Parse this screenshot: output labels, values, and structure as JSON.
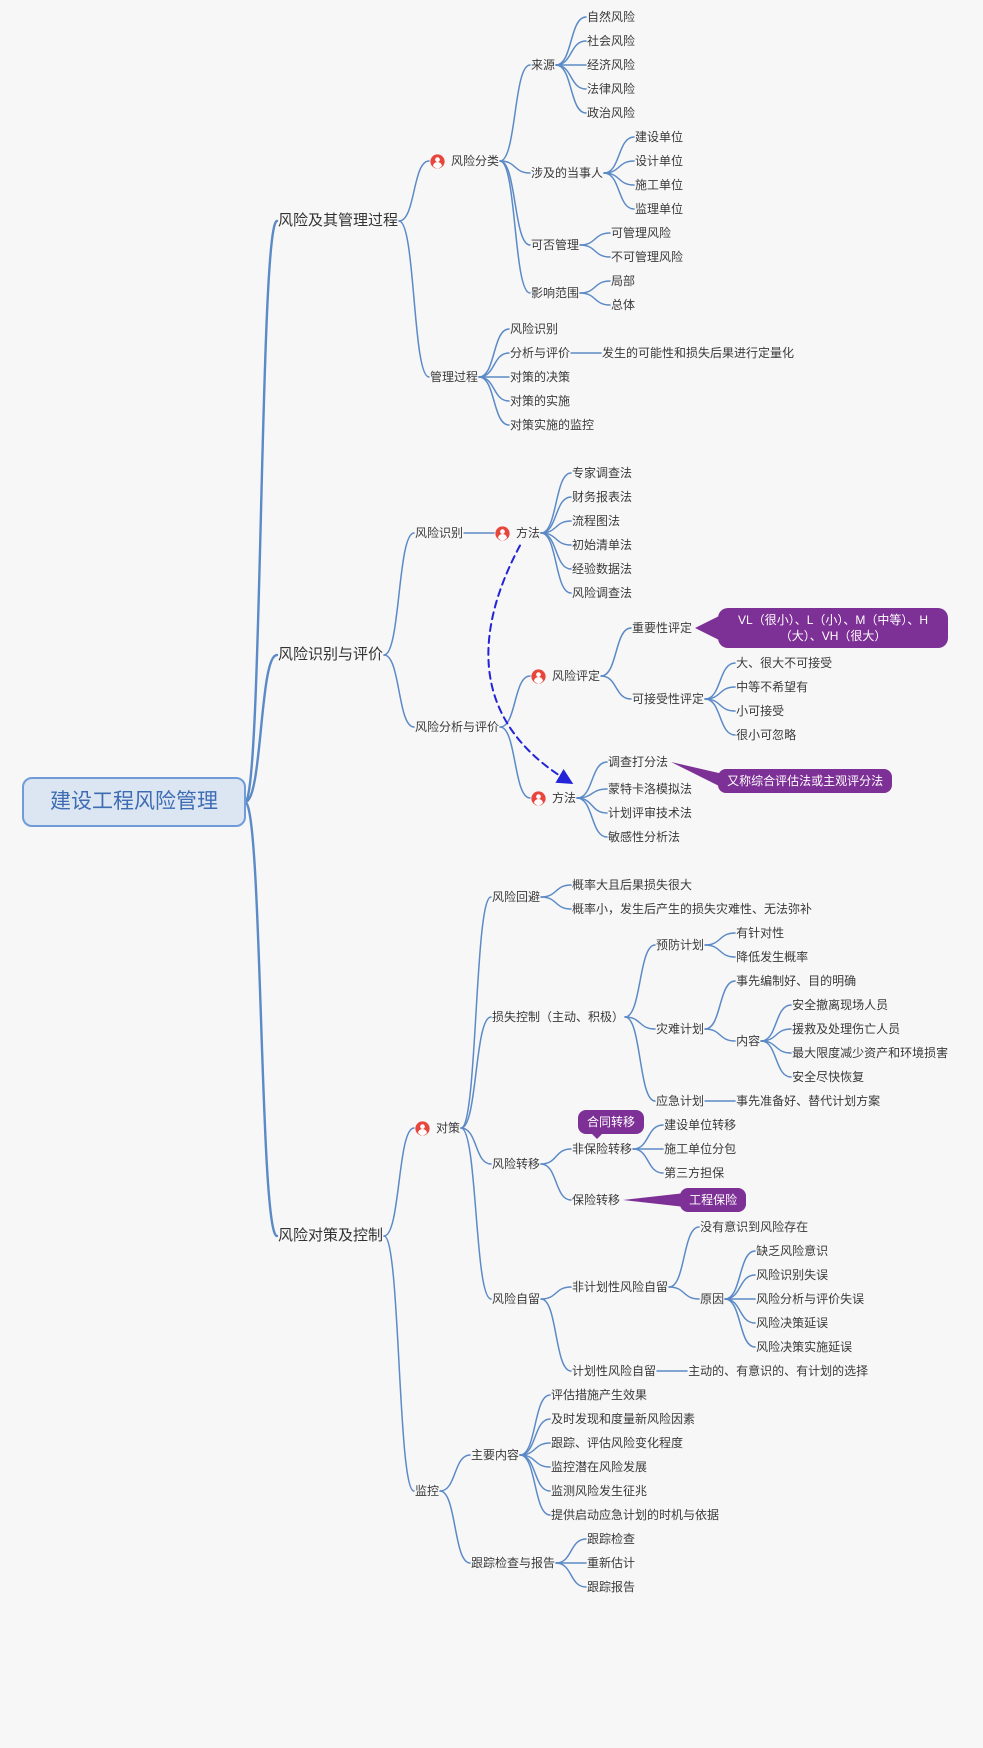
{
  "colors": {
    "link": "#5b8ac6",
    "arrow": "#2323d9",
    "callout_bg": "#7d3095",
    "callout_text": "#ffffff",
    "root_bg": "#dce6f3",
    "root_border": "#6f9cd9",
    "root_text": "#3e6cb3",
    "marker_red": "#e8453c",
    "text": "#3a3a3a",
    "background": "#f7f7f7"
  },
  "icons": {
    "person_marker": "person-marker-icon"
  },
  "root": {
    "id": "root-node",
    "t": "建设工程风险管理"
  },
  "branches": [
    {
      "id": "branch-risk-and-process",
      "t": "风险及其管理过程",
      "c": [
        {
          "t": "风险分类",
          "icon": true,
          "c": [
            {
              "t": "来源",
              "c": [
                {
                  "t": "自然风险"
                },
                {
                  "t": "社会风险"
                },
                {
                  "t": "经济风险"
                },
                {
                  "t": "法律风险"
                },
                {
                  "t": "政治风险"
                }
              ]
            },
            {
              "t": "涉及的当事人",
              "c": [
                {
                  "t": "建设单位"
                },
                {
                  "t": "设计单位"
                },
                {
                  "t": "施工单位"
                },
                {
                  "t": "监理单位"
                }
              ]
            },
            {
              "t": "可否管理",
              "c": [
                {
                  "t": "可管理风险"
                },
                {
                  "t": "不可管理风险"
                }
              ]
            },
            {
              "t": "影响范围",
              "c": [
                {
                  "t": "局部"
                },
                {
                  "t": "总体"
                }
              ]
            }
          ]
        },
        {
          "t": "管理过程",
          "c": [
            {
              "t": "风险识别"
            },
            {
              "t": "分析与评价",
              "c": [
                {
                  "t": "发生的可能性和损失后果进行定量化"
                }
              ]
            },
            {
              "t": "对策的决策"
            },
            {
              "t": "对策的实施"
            },
            {
              "t": "对策实施的监控"
            }
          ]
        }
      ]
    },
    {
      "id": "branch-identification-evaluation",
      "t": "风险识别与评价",
      "c": [
        {
          "t": "风险识别",
          "c": [
            {
              "t": "方法",
              "icon": true,
              "id": "identify-method-node",
              "c": [
                {
                  "t": "专家调查法"
                },
                {
                  "t": "财务报表法"
                },
                {
                  "t": "流程图法"
                },
                {
                  "t": "初始清单法"
                },
                {
                  "t": "经验数据法"
                },
                {
                  "t": "风险调查法"
                }
              ]
            }
          ]
        },
        {
          "t": "风险分析与评价",
          "c": [
            {
              "t": "风险评定",
              "icon": true,
              "c": [
                {
                  "t": "重要性评定",
                  "callout": {
                    "id": "importance-rating-callout",
                    "t": "VL（很小）、L（小）、M（中等）、H（大）、VH（很大）",
                    "placement": "right"
                  }
                },
                {
                  "t": "可接受性评定",
                  "c": [
                    {
                      "t": "大、很大不可接受"
                    },
                    {
                      "t": "中等不希望有"
                    },
                    {
                      "t": "小可接受"
                    },
                    {
                      "t": "很小可忽略"
                    }
                  ]
                }
              ]
            },
            {
              "t": "方法",
              "icon": true,
              "id": "evaluation-method-node",
              "c": [
                {
                  "t": "调查打分法",
                  "callout": {
                    "id": "survey-scoring-callout",
                    "t": "又称综合评估法或主观评分法",
                    "placement": "right-below"
                  }
                },
                {
                  "t": "蒙特卡洛模拟法"
                },
                {
                  "t": "计划评审技术法"
                },
                {
                  "t": "敏感性分析法"
                }
              ]
            }
          ]
        }
      ]
    },
    {
      "id": "branch-countermeasures-control",
      "t": "风险对策及控制",
      "c": [
        {
          "t": "对策",
          "icon": true,
          "c": [
            {
              "t": "风险回避",
              "c": [
                {
                  "t": "概率大且后果损失很大"
                },
                {
                  "t": "概率小，发生后产生的损失灾难性、无法弥补"
                }
              ]
            },
            {
              "t": "损失控制（主动、积极）",
              "c": [
                {
                  "t": "预防计划",
                  "c": [
                    {
                      "t": "有针对性"
                    },
                    {
                      "t": "降低发生概率"
                    }
                  ]
                },
                {
                  "t": "灾难计划",
                  "c": [
                    {
                      "t": "事先编制好、目的明确"
                    },
                    {
                      "t": "内容",
                      "c": [
                        {
                          "t": "安全撤离现场人员"
                        },
                        {
                          "t": "援救及处理伤亡人员"
                        },
                        {
                          "t": "最大限度减少资产和环境损害"
                        },
                        {
                          "t": "安全尽快恢复"
                        }
                      ]
                    }
                  ]
                },
                {
                  "t": "应急计划",
                  "c": [
                    {
                      "t": "事先准备好、替代计划方案"
                    }
                  ]
                }
              ]
            },
            {
              "t": "风险转移",
              "c": [
                {
                  "t": "非保险转移",
                  "calloutAbove": {
                    "id": "contract-transfer-callout",
                    "t": "合同转移"
                  },
                  "c": [
                    {
                      "t": "建设单位转移"
                    },
                    {
                      "t": "施工单位分包"
                    },
                    {
                      "t": "第三方担保"
                    }
                  ]
                },
                {
                  "t": "保险转移",
                  "callout": {
                    "id": "engineering-insurance-callout",
                    "t": "工程保险",
                    "placement": "right-far"
                  }
                }
              ]
            },
            {
              "t": "风险自留",
              "c": [
                {
                  "t": "非计划性风险自留",
                  "c": [
                    {
                      "t": "没有意识到风险存在"
                    },
                    {
                      "t": "原因",
                      "c": [
                        {
                          "t": "缺乏风险意识"
                        },
                        {
                          "t": "风险识别失误"
                        },
                        {
                          "t": "风险分析与评价失误"
                        },
                        {
                          "t": "风险决策延误"
                        },
                        {
                          "t": "风险决策实施延误"
                        }
                      ]
                    }
                  ]
                },
                {
                  "t": "计划性风险自留",
                  "c": [
                    {
                      "t": "主动的、有意识的、有计划的选择"
                    }
                  ]
                }
              ]
            }
          ]
        },
        {
          "t": "监控",
          "c": [
            {
              "t": "主要内容",
              "c": [
                {
                  "t": "评估措施产生效果"
                },
                {
                  "t": "及时发现和度量新风险因素"
                },
                {
                  "t": "跟踪、评估风险变化程度"
                },
                {
                  "t": "监控潜在风险发展"
                },
                {
                  "t": "监测风险发生征兆"
                },
                {
                  "t": "提供启动应急计划的时机与依据"
                }
              ]
            },
            {
              "t": "跟踪检查与报告",
              "c": [
                {
                  "t": "跟踪检查"
                },
                {
                  "t": "重新估计"
                },
                {
                  "t": "跟踪报告"
                }
              ]
            }
          ]
        }
      ]
    }
  ]
}
